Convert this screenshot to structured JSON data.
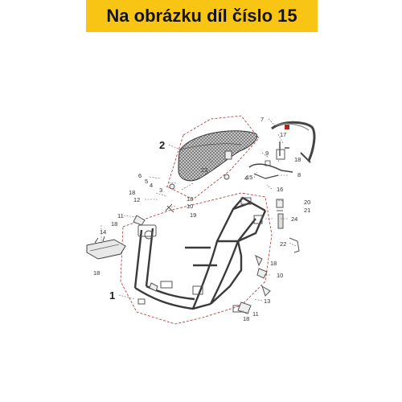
{
  "banner": {
    "text": "Na obrázku díl číslo 15",
    "background": "#f8c515"
  },
  "callouts": {
    "c1": "1",
    "c2": "2",
    "c3": "3",
    "c4a": "4",
    "c4b": "4",
    "c5": "5",
    "c6": "6",
    "c7": "7",
    "c8": "8",
    "c9": "9",
    "c10a": "10",
    "c10b": "10",
    "c11a": "11",
    "c11b": "11",
    "c12": "12",
    "c13": "13",
    "c14": "14",
    "c15": "15",
    "c16": "16",
    "c17": "17",
    "c18a": "18",
    "c18b": "18",
    "c18c": "18",
    "c18d": "18",
    "c18e": "18",
    "c18f": "18",
    "c18g": "18",
    "c19": "19",
    "c20": "20",
    "c21": "21",
    "c22": "22",
    "c23": "23",
    "c24": "24"
  }
}
